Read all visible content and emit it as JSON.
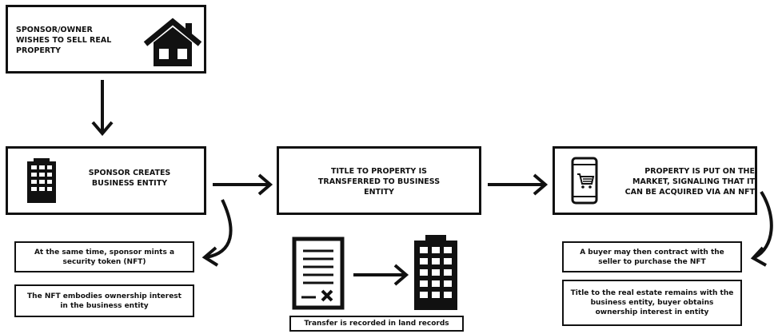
{
  "steps": {
    "owner": "SPONSOR/OWNER WISHES TO SELL REAL PROPERTY",
    "entity": "SPONSOR CREATES BUSINESS ENTITY",
    "title": "TITLE TO PROPERTY IS TRANSFERRED TO BUSINESS ENTITY",
    "market": "PROPERTY IS PUT ON THE MARKET, SIGNALING THAT IT CAN BE ACQUIRED VIA AN NFT"
  },
  "notes": {
    "mint": "At the same time, sponsor mints a security token (NFT)",
    "embodies": "The NFT embodies ownership interest in the business entity",
    "recorded": "Transfer is recorded in land records",
    "contract": "A buyer may then contract with the seller to purchase the NFT",
    "remains": "Title to the real estate remains with the business entity, buyer obtains ownership interest in entity"
  },
  "icons": [
    "house-icon",
    "office-building-icon",
    "smartphone-cart-icon",
    "deed-document-icon",
    "office-building-icon"
  ]
}
